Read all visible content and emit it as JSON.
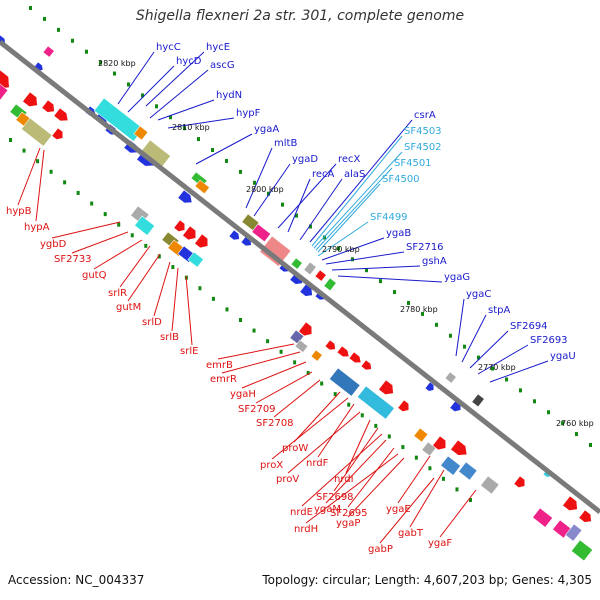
{
  "title": "Shigella flexneri 2a str. 301, complete genome",
  "footer": {
    "accession": "Accession: NC_004337",
    "summary": "Topology: circular; Length: 4,607,203 bp; Genes: 4,305"
  },
  "colors": {
    "backbone": "#777777",
    "forward_label": "#1a1acc",
    "rna_label": "#33aadd",
    "reverse_label": "#dd1111",
    "tick_mark": "#118811"
  },
  "ticks": [
    "2820 kbp",
    "2810 kbp",
    "2800 kbp",
    "2790 kbp",
    "2780 kbp",
    "2770 kbp",
    "2760 kbp"
  ],
  "forward_genes": [
    "hycC",
    "hycE",
    "hycD",
    "ascG",
    "hydN",
    "hypF",
    "ygaA",
    "mltB",
    "ygaD",
    "recX",
    "recA",
    "alaS",
    "csrA",
    "SF4503",
    "SF4502",
    "SF4501",
    "SF4500",
    "SF4499",
    "ygaB",
    "SF2716",
    "gshA",
    "ygaG",
    "ygaC",
    "stpA",
    "SF2694",
    "SF2693",
    "ygaU"
  ],
  "reverse_genes": [
    "hypB",
    "hypA",
    "ygbD",
    "SF2733",
    "gutQ",
    "srlR",
    "gutM",
    "srlD",
    "srlB",
    "srlE",
    "emrB",
    "emrR",
    "ygaH",
    "SF2709",
    "SF2708",
    "proW",
    "proX",
    "nrdF",
    "proV",
    "nrdI",
    "SF2698",
    "nrdE",
    "ygaM",
    "SF2695",
    "ygaE",
    "ygaP",
    "nrdH",
    "gabT",
    "gabP",
    "ygaF"
  ]
}
